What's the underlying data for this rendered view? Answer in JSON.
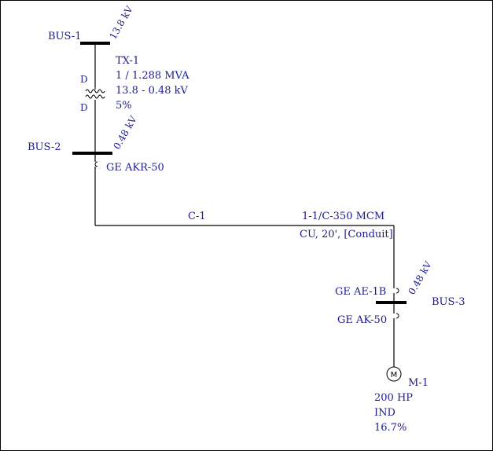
{
  "colors": {
    "label": "#1c1c8f",
    "line": "#000000",
    "background": "#ffffff"
  },
  "buses": [
    {
      "name": "BUS-1",
      "voltage": "13.8 kV"
    },
    {
      "name": "BUS-2",
      "voltage": "0.48 kV"
    },
    {
      "name": "BUS-3",
      "voltage": "0.48 kV"
    }
  ],
  "transformer": {
    "name": "TX-1",
    "rating": "1 / 1.288 MVA",
    "voltage": "13.8 - 0.48 kV",
    "impedance": "5%",
    "primary_winding": "D",
    "secondary_winding": "D"
  },
  "breakers": {
    "bus2_breaker": "GE AKR-50",
    "bus3_top_breaker": "GE AE-1B",
    "bus3_bottom_breaker": "GE AK-50"
  },
  "cable": {
    "name": "C-1",
    "size": "1-1/C-350 MCM",
    "details": "CU, 20', [Conduit]"
  },
  "motor": {
    "symbol": "M",
    "name": "M-1",
    "rating": "200 HP",
    "type": "IND",
    "impedance": "16.7%"
  }
}
